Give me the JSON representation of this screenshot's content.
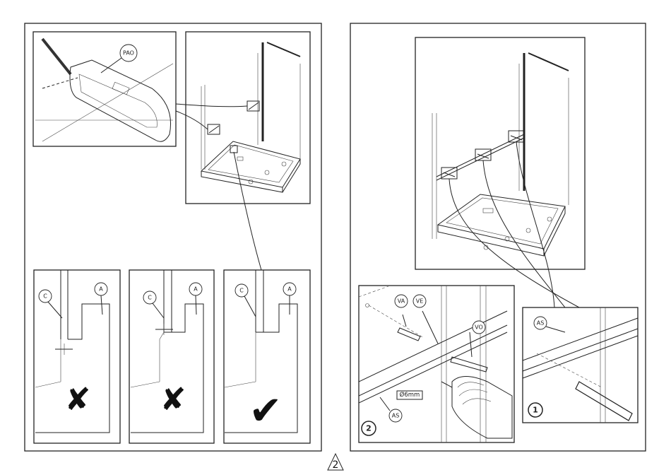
{
  "page_number": "2",
  "labels": {
    "pao": "PAO",
    "c": "C",
    "a": "A",
    "va": "VA",
    "ve": "VE",
    "vo": "VO",
    "as": "AS",
    "drill": "Ø6mm",
    "step1": "1",
    "step2": "2"
  },
  "marks": {
    "wrong": "✘",
    "right": "✔"
  },
  "colors": {
    "line": "#222222",
    "background": "#ffffff"
  }
}
